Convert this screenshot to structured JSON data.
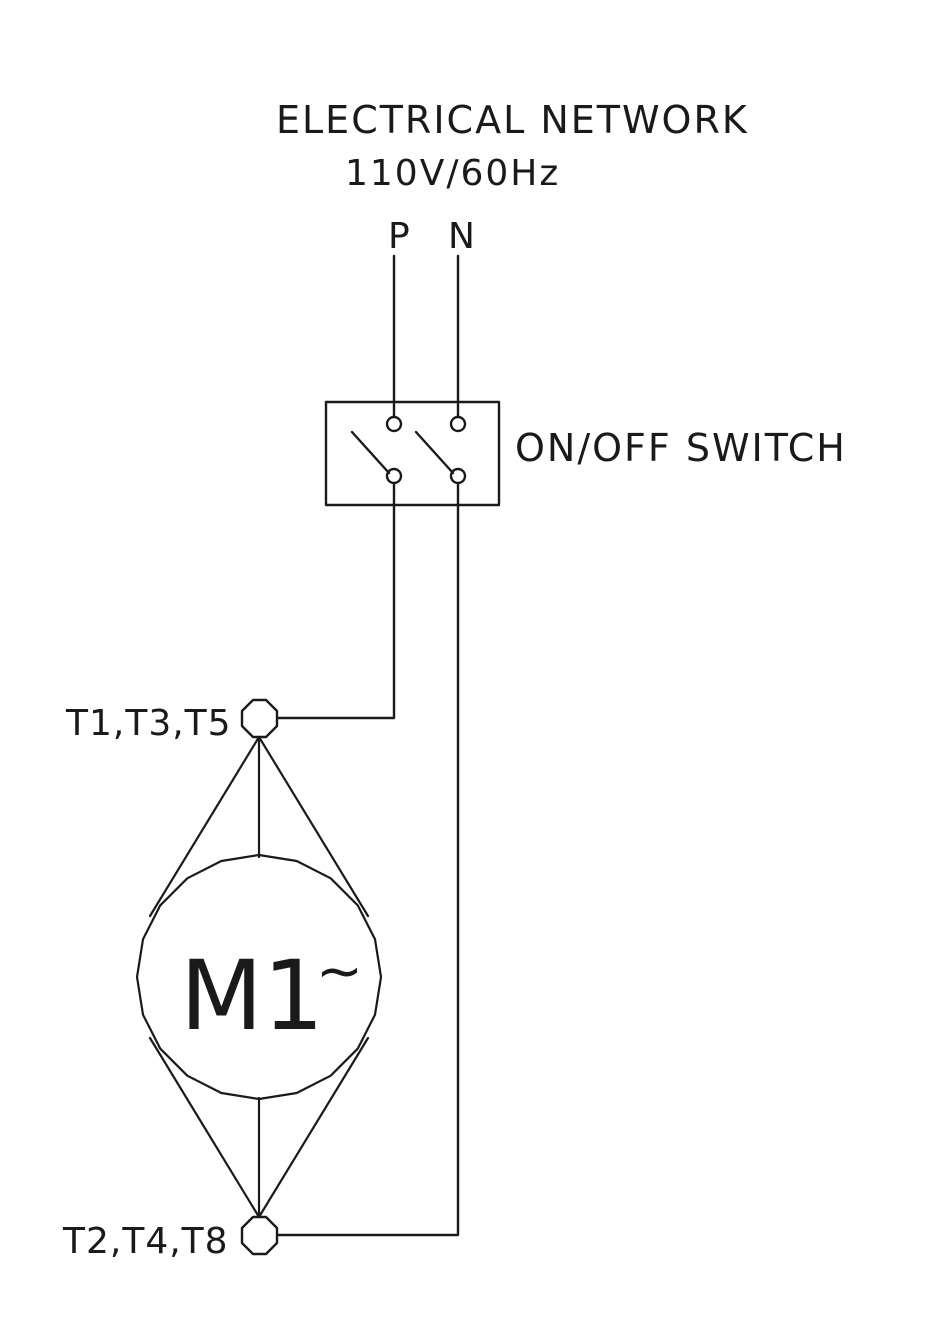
{
  "network": {
    "title": "ELECTRICAL NETWORK",
    "voltage": "110V/60Hz",
    "phase_label": "P",
    "neutral_label": "N"
  },
  "switch": {
    "label": "ON/OFF SWITCH"
  },
  "motor": {
    "label": "M1",
    "ac_symbol": "~",
    "terminal_top": "T1,T3,T5",
    "terminal_bottom": "T2,T4,T8"
  },
  "colors": {
    "line": "#1a1a1a",
    "background": "#ffffff"
  }
}
